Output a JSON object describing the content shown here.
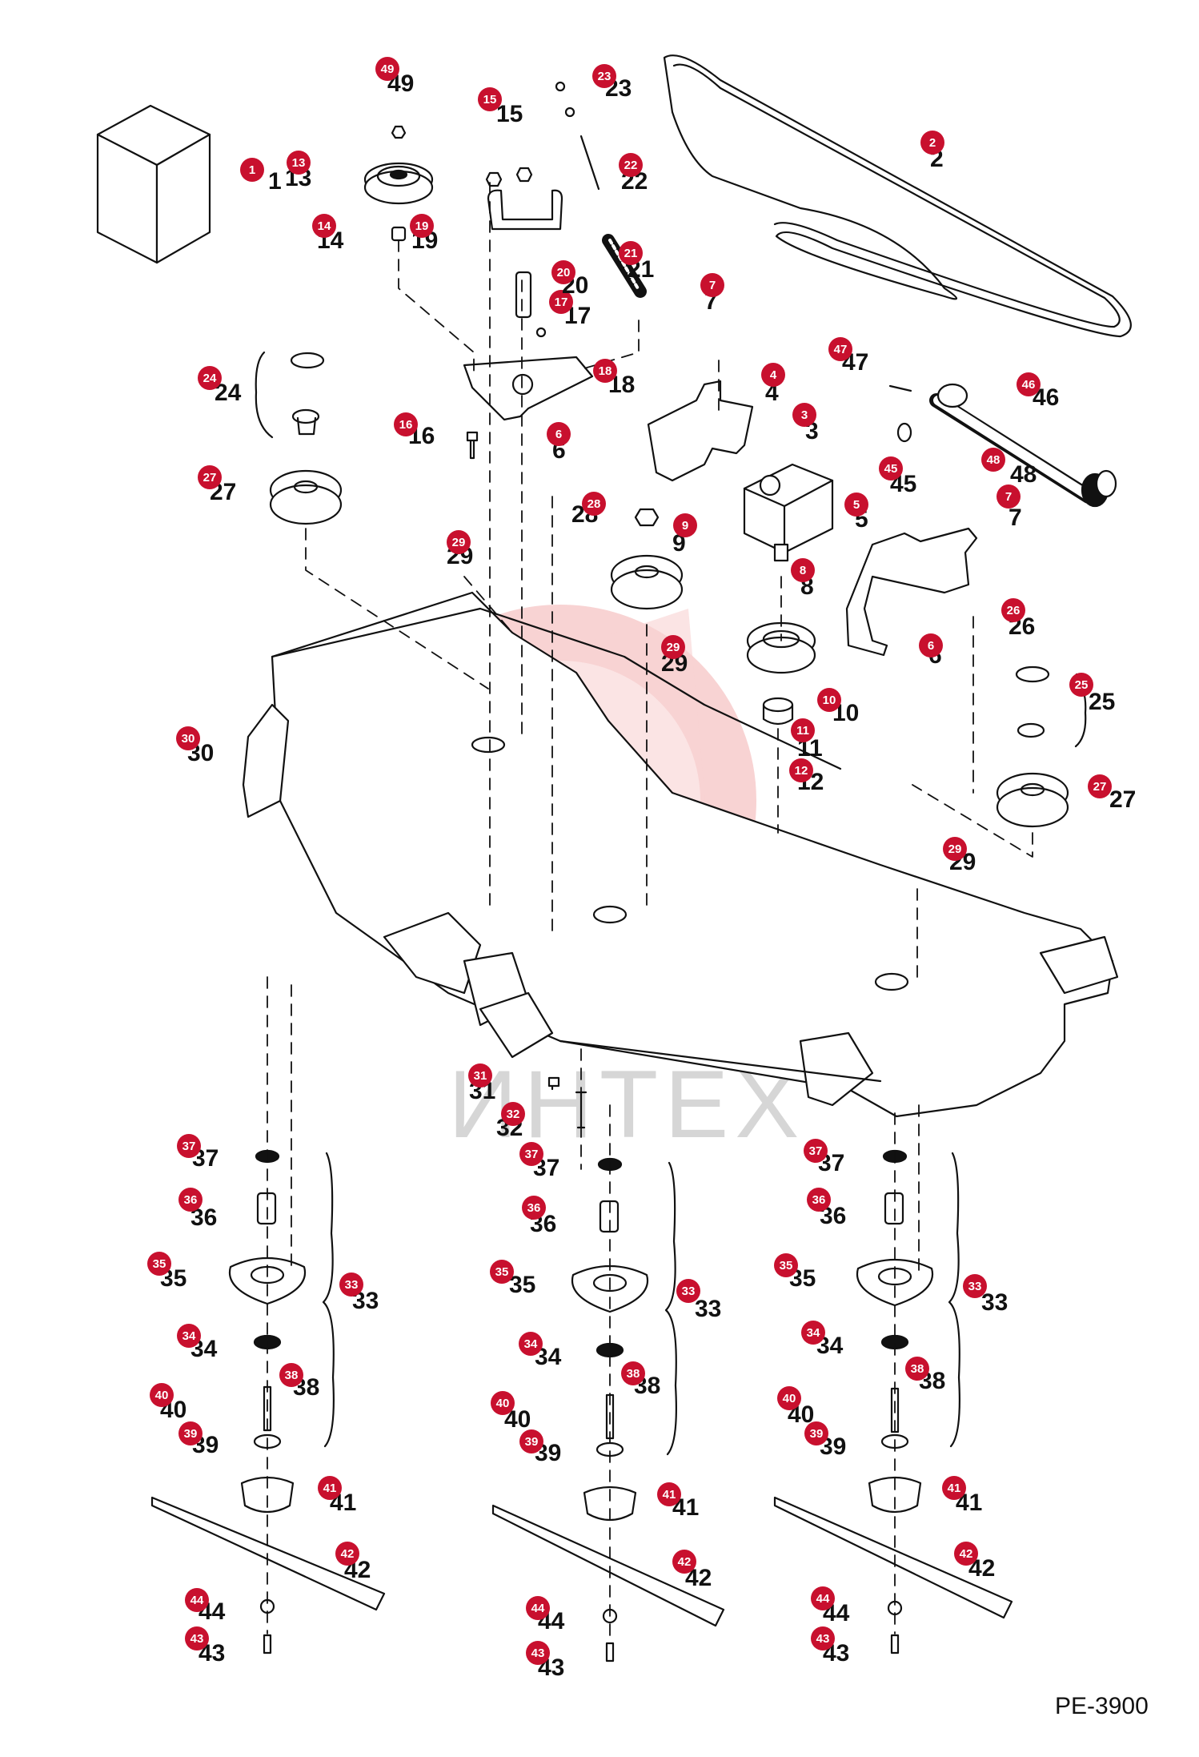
{
  "drawing_code": "PE-3900",
  "watermark_text": "ИНТЕХ",
  "colors": {
    "badge": "#c8102e",
    "line": "#111111",
    "watermark": "#f4b6b6"
  },
  "callouts": [
    "1",
    "2",
    "3",
    "4",
    "5",
    "6",
    "6",
    "7",
    "7",
    "8",
    "9",
    "10",
    "11",
    "12",
    "13",
    "14",
    "15",
    "16",
    "17",
    "18",
    "19",
    "20",
    "21",
    "22",
    "23",
    "24",
    "25",
    "26",
    "27",
    "27",
    "28",
    "29",
    "29",
    "29",
    "30",
    "31",
    "32",
    "33",
    "33",
    "33",
    "34",
    "34",
    "34",
    "35",
    "35",
    "35",
    "36",
    "36",
    "36",
    "37",
    "37",
    "37",
    "38",
    "38",
    "38",
    "39",
    "39",
    "39",
    "40",
    "40",
    "40",
    "41",
    "41",
    "41",
    "42",
    "42",
    "42",
    "43",
    "43",
    "43",
    "44",
    "44",
    "44",
    "45",
    "46",
    "47",
    "48",
    "49"
  ]
}
